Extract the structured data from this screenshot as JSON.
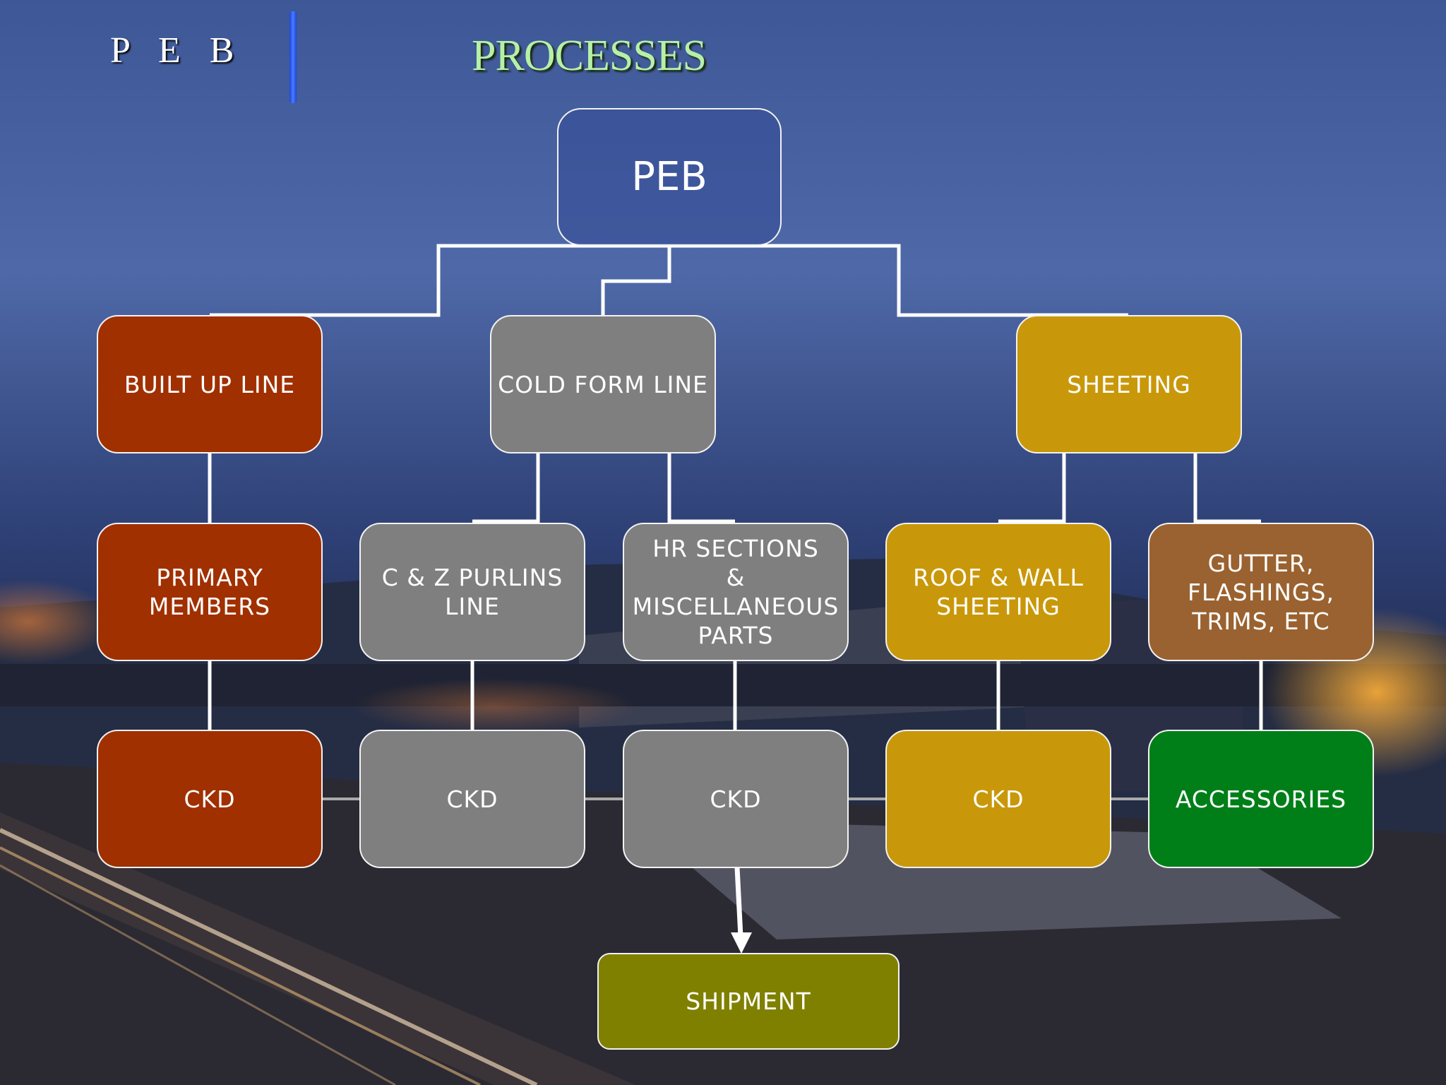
{
  "header": {
    "brand": "P E B",
    "title": "PROCESSES"
  },
  "colors": {
    "built_up": "#a03000",
    "cold_form": "#7f7f7f",
    "sheeting": "#c9980a",
    "gutter": "#9a6230",
    "accessories": "#007f18",
    "shipment": "#808000",
    "root": "#2b4a98"
  },
  "nodes": {
    "root": "PEB",
    "built_up": "BUILT UP LINE",
    "cold_form": "COLD FORM LINE",
    "sheeting": "SHEETING",
    "primary_members": "PRIMARY\nMEMBERS",
    "purlins": "C & Z PURLINS\nLINE",
    "hr_sections": "HR SECTIONS\n&\nMISCELLANEOUS\nPARTS",
    "roof_wall": "ROOF & WALL\nSHEETING",
    "gutter": "GUTTER,\nFLASHINGS,\nTRIMS, ETC",
    "ckd_built_up": "CKD",
    "ckd_purlins": "CKD",
    "ckd_hr": "CKD",
    "ckd_sheeting": "CKD",
    "accessories": "ACCESSORIES",
    "shipment": "SHIPMENT"
  }
}
